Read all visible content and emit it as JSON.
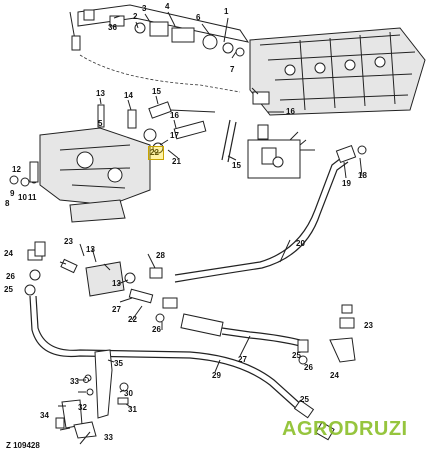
{
  "diagram": {
    "callouts": [
      "36",
      "2",
      "3",
      "4",
      "6",
      "1",
      "7",
      "13",
      "14",
      "15",
      "16",
      "17",
      "22",
      "21",
      "5",
      "11",
      "10",
      "9",
      "8",
      "12",
      "24",
      "23",
      "13",
      "26",
      "25",
      "13",
      "26",
      "28",
      "27",
      "20",
      "19",
      "18",
      "22",
      "35",
      "29",
      "30",
      "31",
      "32",
      "33",
      "34",
      "33",
      "15",
      "16",
      "25",
      "26",
      "24",
      "25",
      "23",
      "27"
    ],
    "figure_id": "Z 109428",
    "watermark": "AGRODRUZI",
    "highlight_label": "22",
    "highlight_color": "#ffe000"
  }
}
